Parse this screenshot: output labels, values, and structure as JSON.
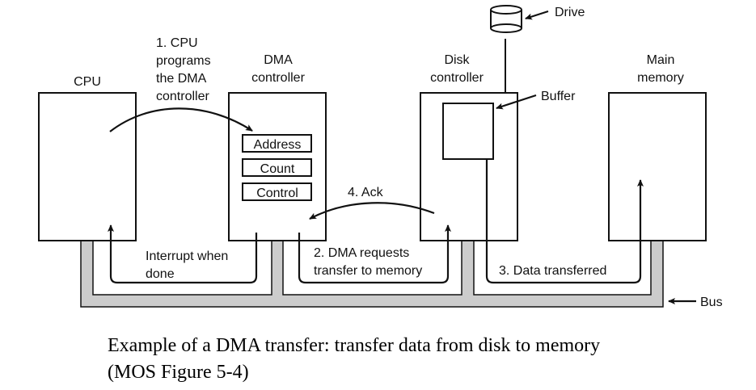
{
  "diagram": {
    "title": "DMA transfer diagram",
    "components": {
      "cpu": {
        "label": "CPU"
      },
      "dma_controller": {
        "label_line1": "DMA",
        "label_line2": "controller",
        "registers": [
          "Address",
          "Count",
          "Control"
        ]
      },
      "disk_controller": {
        "label_line1": "Disk",
        "label_line2": "controller",
        "buffer_label": "Buffer"
      },
      "main_memory": {
        "label_line1": "Main",
        "label_line2": "memory"
      },
      "drive": {
        "label": "Drive"
      },
      "bus": {
        "label": "Bus"
      }
    },
    "steps": {
      "step1": [
        "1. CPU",
        "programs",
        "the DMA",
        "controller"
      ],
      "step2": [
        "2. DMA requests",
        "transfer to memory"
      ],
      "step3": "3. Data transferred",
      "step4": "4. Ack",
      "interrupt": [
        "Interrupt when",
        "done"
      ]
    },
    "colors": {
      "bus_fill": "#cccccc",
      "stroke": "#111111"
    }
  },
  "caption": {
    "line1": "Example of a DMA transfer: transfer data from disk to memory",
    "line2": "(MOS Figure 5-4)"
  }
}
